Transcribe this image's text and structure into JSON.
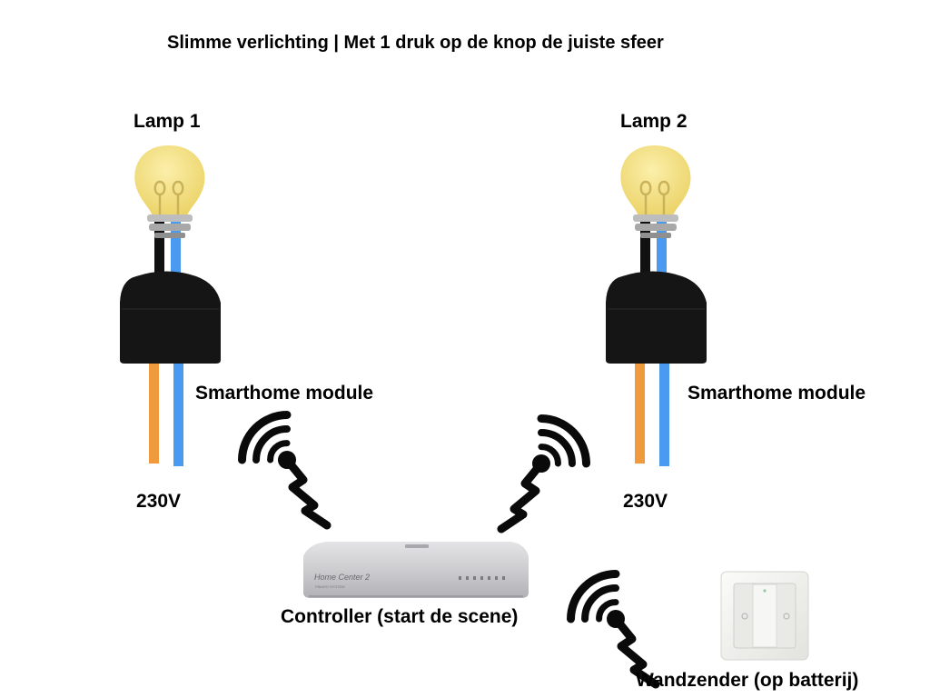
{
  "title": "Slimme verlichting | Met 1 druk op de knop de juiste sfeer",
  "lamp1": {
    "label": "Lamp 1",
    "module_label": "Smarthome module",
    "voltage_label": "230V"
  },
  "lamp2": {
    "label": "Lamp 2",
    "module_label": "Smarthome module",
    "voltage_label": "230V"
  },
  "controller": {
    "label": "Controller (start de scene)",
    "brand_text": "Home Center 2",
    "sub_text": "FIBARO SYSTEM"
  },
  "switch": {
    "label": "Wandzender (op batterij)"
  },
  "colors": {
    "bulb": "#f3df7a",
    "wire_orange": "#ef9a3c",
    "wire_blue": "#4a9bf0",
    "wire_black": "#111111",
    "module": "#151515",
    "controller": "#c9c9cc",
    "switch_plate": "#f1f1ee"
  },
  "icons": [
    "lightbulb-icon",
    "smarthome-module-icon",
    "wireless-signal-icon",
    "controller-device-icon",
    "wall-switch-icon"
  ]
}
